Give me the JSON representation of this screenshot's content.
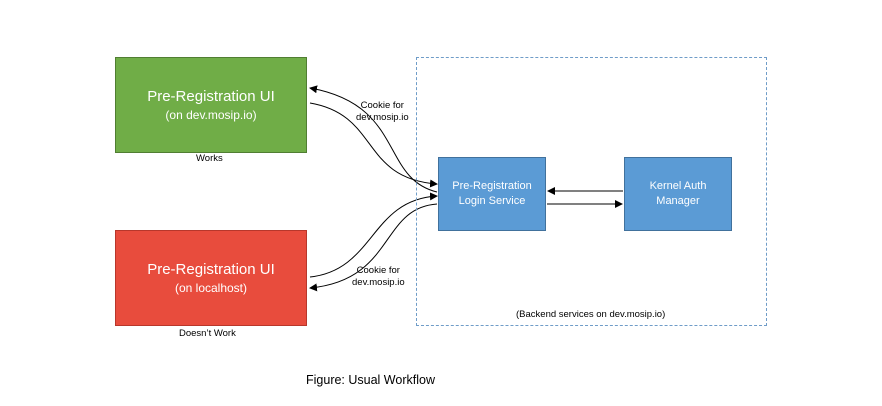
{
  "nodes": {
    "ui_prod": {
      "title": "Pre-Registration UI",
      "subtitle": "(on dev.mosip.io)",
      "status": "Works",
      "color": "#70ad47"
    },
    "ui_local": {
      "title": "Pre-Registration UI",
      "subtitle": "(on localhost)",
      "status": "Doesn’t Work",
      "color": "#e84c3d"
    },
    "login_service": {
      "line1": "Pre-Registration",
      "line2": "Login Service",
      "color": "#5b9bd5"
    },
    "auth_manager": {
      "line1": "Kernel Auth",
      "line2": "Manager",
      "color": "#5b9bd5"
    }
  },
  "edges": {
    "cookie_top": {
      "line1": "Cookie for",
      "line2": "dev.mosip.io"
    },
    "cookie_bottom": {
      "line1": "Cookie for",
      "line2": "dev.mosip.io"
    }
  },
  "backend_group": {
    "label": "(Backend services on dev.mosip.io)"
  },
  "caption": "Figure: Usual Workflow"
}
